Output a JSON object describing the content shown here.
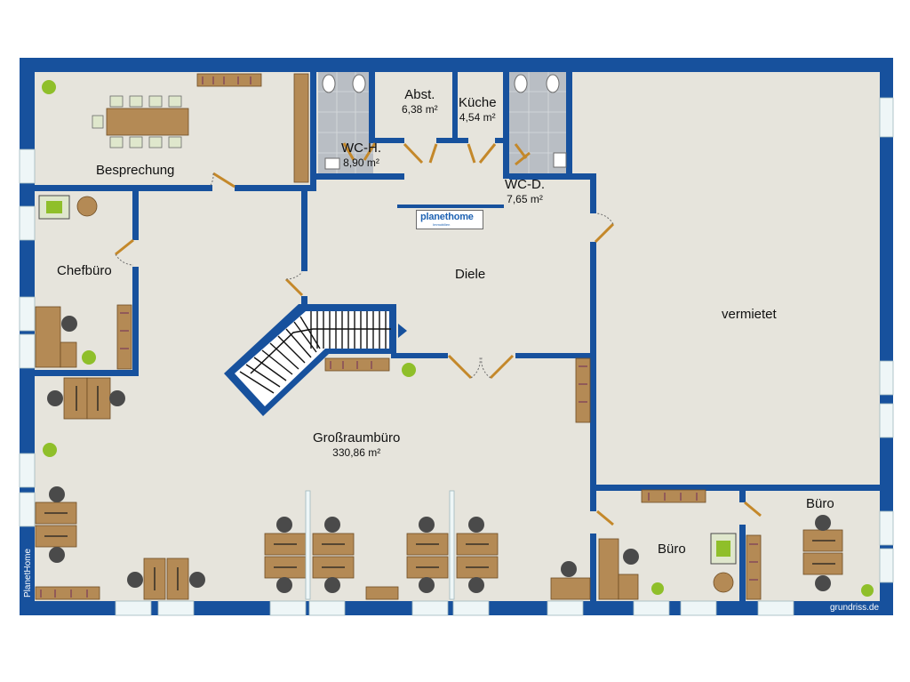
{
  "rooms": [
    {
      "id": "besprechung",
      "name": "Besprechung",
      "area": ""
    },
    {
      "id": "abst",
      "name": "Abst.",
      "area": "6,38 m²"
    },
    {
      "id": "kueche",
      "name": "Küche",
      "area": "4,54 m²"
    },
    {
      "id": "wc-h",
      "name": "WC-H.",
      "area": "8,90 m²"
    },
    {
      "id": "wc-d",
      "name": "WC-D.",
      "area": "7,65 m²"
    },
    {
      "id": "chefbuero",
      "name": "Chefbüro",
      "area": ""
    },
    {
      "id": "diele",
      "name": "Diele",
      "area": ""
    },
    {
      "id": "vermietet",
      "name": "vermietet",
      "area": ""
    },
    {
      "id": "grossraumbuero",
      "name": "Großraumbüro",
      "area": "330,86 m²"
    },
    {
      "id": "buero-1",
      "name": "Büro",
      "area": ""
    },
    {
      "id": "buero-2",
      "name": "Büro",
      "area": ""
    }
  ],
  "credits": {
    "left": "PlanetHome",
    "right": "grundriss.de"
  },
  "logo": {
    "text": "planethome",
    "subtext": "Immobilien"
  },
  "colors": {
    "wall": "#17519d",
    "floor": "#e6e4dc",
    "tile": "#b9bec4",
    "wood": "#b48a55",
    "window": "#eef6f7",
    "plant": "#8fbf2a"
  }
}
